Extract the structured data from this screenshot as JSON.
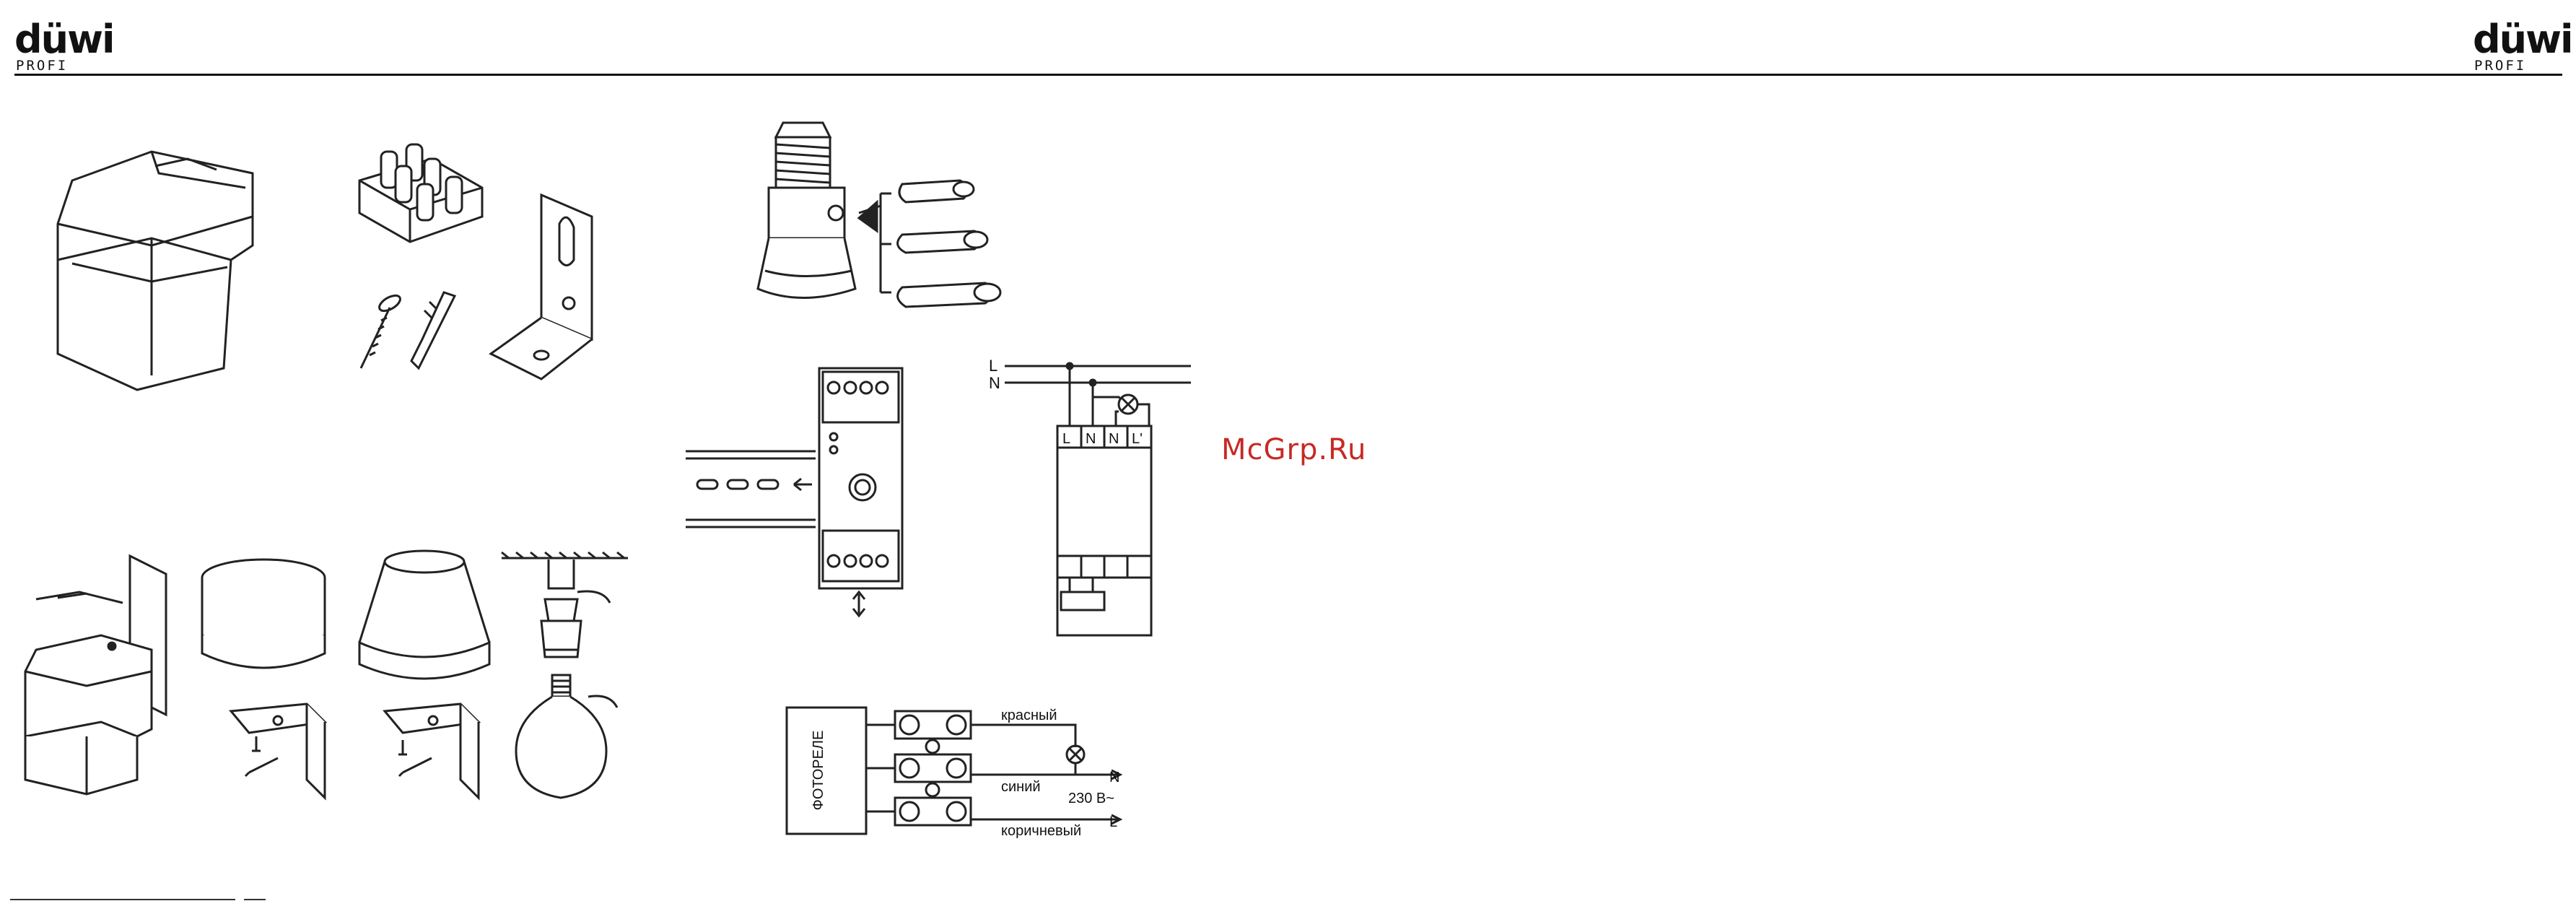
{
  "header": {
    "brand_left": "düwi",
    "brand_left_sub": "PROFI",
    "brand_right": "düwi",
    "brand_right_sub": "PROFI"
  },
  "watermark": "McGrp.Ru",
  "din_diagram": {
    "terminal_L": "L",
    "terminal_N1": "N",
    "terminal_N2": "N",
    "terminal_L_out": "L'",
    "line_L": "L",
    "line_N": "N"
  },
  "wiring_diagram": {
    "box_label": "ФОТОРЕЛЕ",
    "wire_red": "красный",
    "wire_blue": "синий",
    "wire_brown": "коричневый",
    "voltage": "230 В~",
    "line_N": "N",
    "line_L": "L"
  },
  "footer": {
    "text": ""
  }
}
